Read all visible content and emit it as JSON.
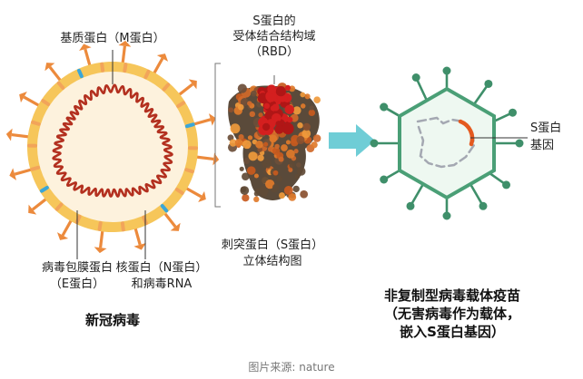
{
  "figure": {
    "virus": {
      "label_m_protein": "基质蛋白（M蛋白）",
      "label_e_protein_line1": "病毒包膜蛋白",
      "label_e_protein_line2": "（E蛋白）",
      "label_n_protein_line1": "核蛋白（N蛋白）",
      "label_n_protein_line2": "和病毒RNA",
      "title": "新冠病毒"
    },
    "spike": {
      "rbd_line1": "S蛋白的",
      "rbd_line2": "受体结合结构域",
      "rbd_line3": "（RBD）",
      "caption_line1": "刺突蛋白（S蛋白）",
      "caption_line2": "立体结构图"
    },
    "vaccine": {
      "gene_label_line1": "S蛋白",
      "gene_label_line2": "基因",
      "title_line1": "非复制型病毒载体疫苗",
      "title_line2": "（无害病毒作为载体，",
      "title_line3": "嵌入S蛋白基因）"
    },
    "credit": "图片来源: nature",
    "colors": {
      "virus_orange": "#ec8a3c",
      "virus_envelope": "#f6c65a",
      "virus_core": "#fdf2dd",
      "rna_red": "#b3301f",
      "e_protein_blue": "#3aa6d8",
      "vaccine_green": "#3f8f6a",
      "arrow_cyan": "#6fcdd6",
      "gene_orange": "#e45a1f"
    }
  }
}
